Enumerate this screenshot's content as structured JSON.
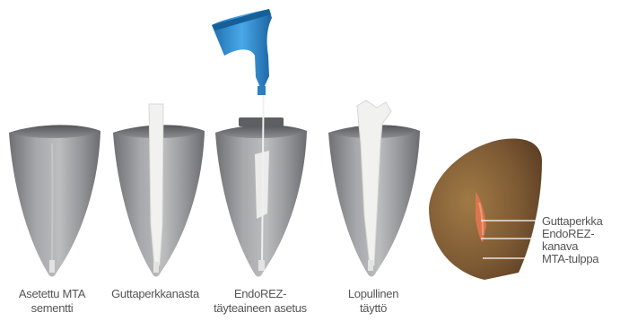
{
  "steps": [
    {
      "caption_line1": "Asetettu MTA",
      "caption_line2": "sementti"
    },
    {
      "caption_line1": "Guttaperkkanasta",
      "caption_line2": ""
    },
    {
      "caption_line1": "EndoREZ-",
      "caption_line2": "täyteaineen asetus"
    },
    {
      "caption_line1": "Lopullinen",
      "caption_line2": "täyttö"
    }
  ],
  "xray_labels": {
    "gutta": "Guttaperkka",
    "endorez": "EndoREZ-",
    "kanava": "kanava",
    "mta": "MTA-tulppa"
  },
  "colors": {
    "tooth": "#8e8f92",
    "filler": "#f1f1ef",
    "syringe": "#2b8fd2",
    "xray_bg": "#8a5f33",
    "xray_marker": "#e5774f"
  }
}
